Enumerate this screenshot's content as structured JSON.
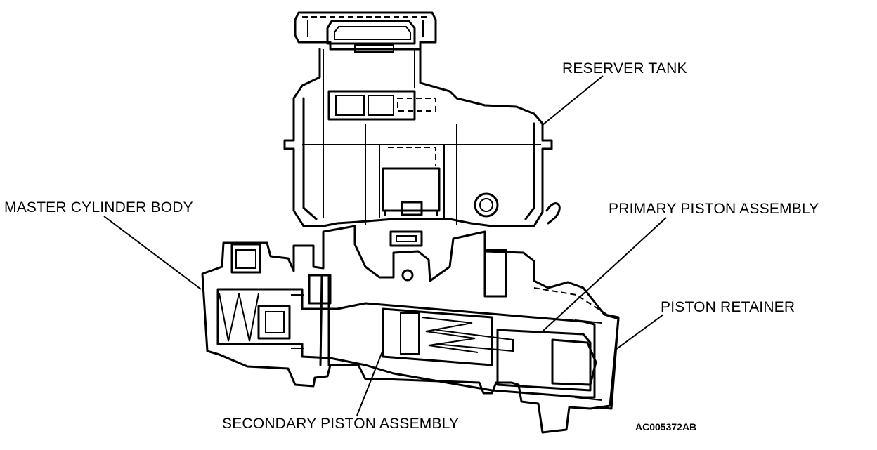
{
  "labels": {
    "reserver_tank": "RESERVER TANK",
    "master_cylinder_body": "MASTER CYLINDER BODY",
    "primary_piston_assembly": "PRIMARY PISTON ASSEMBLY",
    "piston_retainer": "PISTON RETAINER",
    "secondary_piston_assembly": "SECONDARY PISTON ASSEMBLY"
  },
  "figure_code": "AC005372AB"
}
